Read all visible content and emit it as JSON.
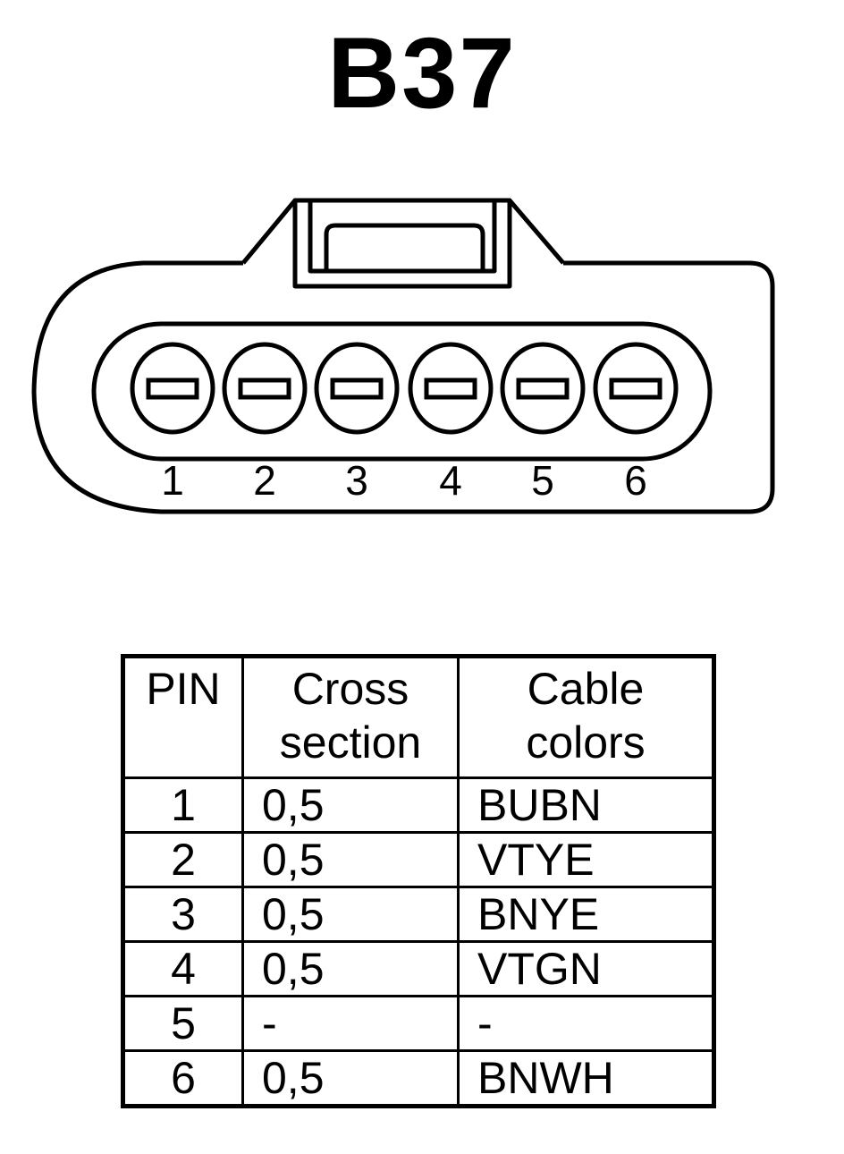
{
  "title": "B37",
  "connector": {
    "pins": [
      "1",
      "2",
      "3",
      "4",
      "5",
      "6"
    ]
  },
  "table": {
    "headers": {
      "pin": "PIN",
      "cross_line1": "Cross",
      "cross_line2": "section",
      "color_line1": "Cable",
      "color_line2": "colors"
    },
    "rows": [
      {
        "pin": "1",
        "cross": "0,5",
        "color": "BUBN"
      },
      {
        "pin": "2",
        "cross": "0,5",
        "color": "VTYE"
      },
      {
        "pin": "3",
        "cross": "0,5",
        "color": "BNYE"
      },
      {
        "pin": "4",
        "cross": "0,5",
        "color": "VTGN"
      },
      {
        "pin": "5",
        "cross": "-",
        "color": "-"
      },
      {
        "pin": "6",
        "cross": "0,5",
        "color": "BNWH"
      }
    ]
  }
}
